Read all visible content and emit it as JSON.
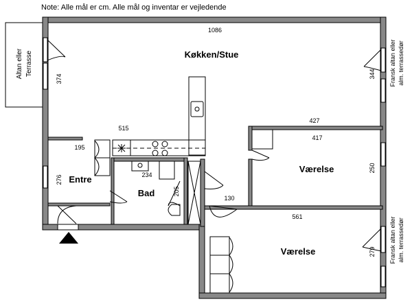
{
  "note": "Note: Alle mål er cm. Alle mål og inventar er vejledende",
  "rooms": {
    "kitchen": "Køkken/Stue",
    "room1": "Værelse",
    "room2": "Værelse",
    "entry": "Entre",
    "bath": "Bad"
  },
  "balcony": {
    "line1": "Altan eller",
    "line2": "Terrasse"
  },
  "french_balcony": {
    "line1": "Fransk altan eller",
    "line2": "alm. terrassedør"
  },
  "dimensions": {
    "top_width": "1086",
    "left_window": "374",
    "right_window": "344",
    "mid_width": "515",
    "room1_outer": "427",
    "room1_inner": "417",
    "room1_height": "250",
    "entry_width": "195",
    "entry_height": "276",
    "bath_width": "234",
    "bath_height": "205",
    "hall_width": "130",
    "room2_width": "561",
    "room2_height": "279"
  },
  "colors": {
    "wall": "#888888",
    "line": "#000000",
    "background": "#ffffff"
  }
}
